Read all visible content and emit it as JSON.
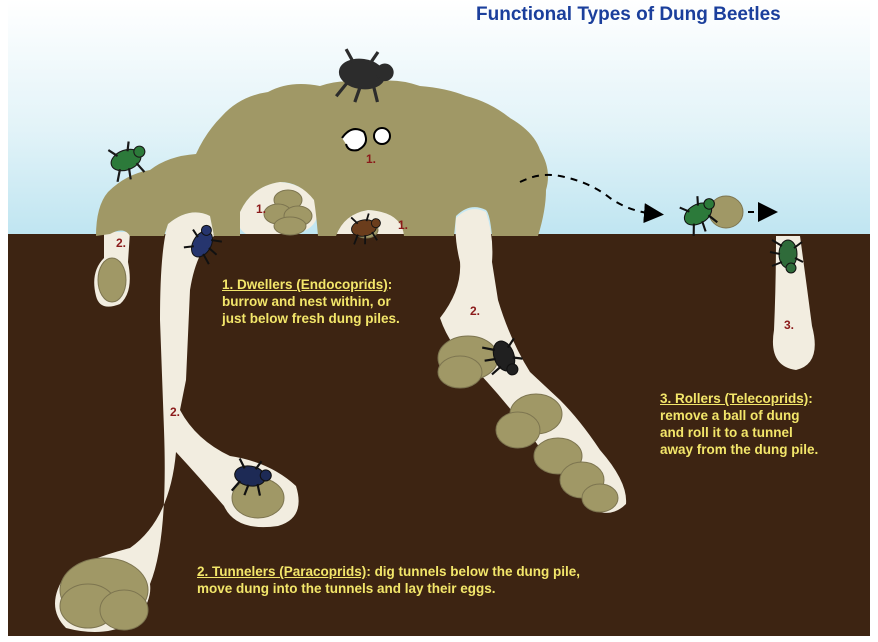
{
  "title": "Functional Types of Dung Beetles",
  "dwellers": {
    "heading": "1. Dwellers (Endocoprids)",
    "text_line1": "burrow and nest within, or",
    "text_line2": "just below fresh dung piles."
  },
  "tunnelers": {
    "heading": "2.  Tunnelers (Paracoprids)",
    "text_line1": "dig tunnels below the dung pile,",
    "text_line2": "move dung into the tunnels and lay their eggs."
  },
  "rollers": {
    "heading": "3. Rollers (Telecoprids)",
    "text_line1": "remove a ball of dung",
    "text_line2": "and roll it to a tunnel",
    "text_line3": "away from the dung pile."
  },
  "markers": {
    "m1": "1.",
    "m2": "2.",
    "m3": "3."
  },
  "colors": {
    "sky": "#ccebf4",
    "soil": "#3d2412",
    "dung": "#a09866",
    "tunnel": "#f2ede0",
    "title": "#1b3f9c",
    "annotation": "#f3e66a",
    "marker": "#8b1a1a"
  }
}
